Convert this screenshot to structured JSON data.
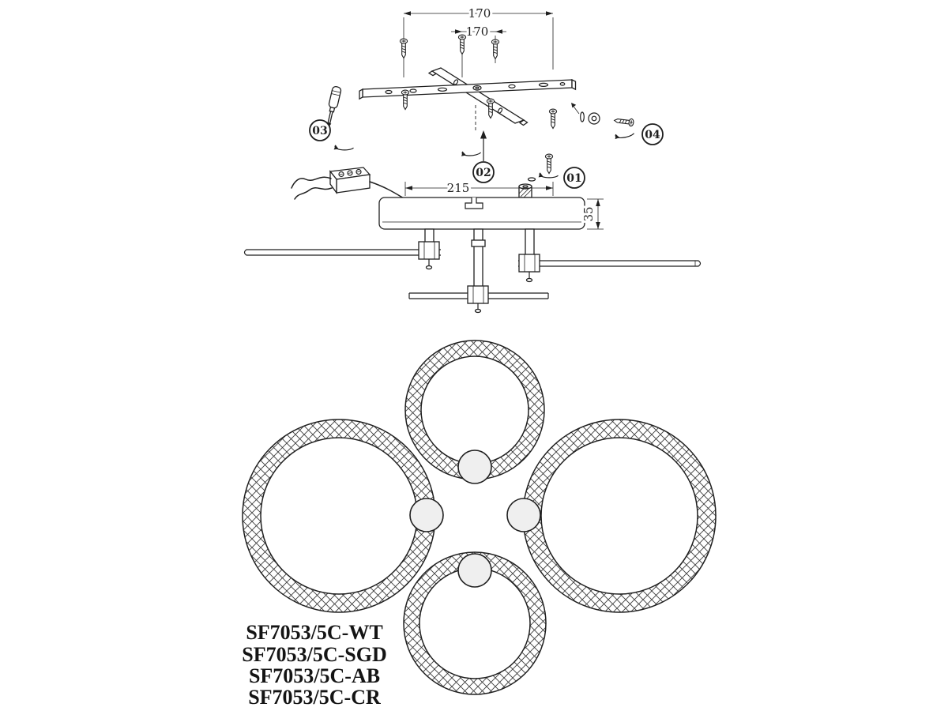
{
  "canvas": {
    "background": "#ffffff",
    "ink": "#1f1f1f"
  },
  "installation": {
    "dimensions": {
      "bracket_span": "170",
      "bracket_holes": "170",
      "canopy_diameter": "215",
      "canopy_height": "35"
    },
    "steps": [
      {
        "label": "03"
      },
      {
        "label": "02"
      },
      {
        "label": "01"
      },
      {
        "label": "04"
      }
    ]
  },
  "models": [
    "SF7053/5C-WT",
    "SF7053/5C-SGD",
    "SF7053/5C-AB",
    "SF7053/5C-CR"
  ]
}
